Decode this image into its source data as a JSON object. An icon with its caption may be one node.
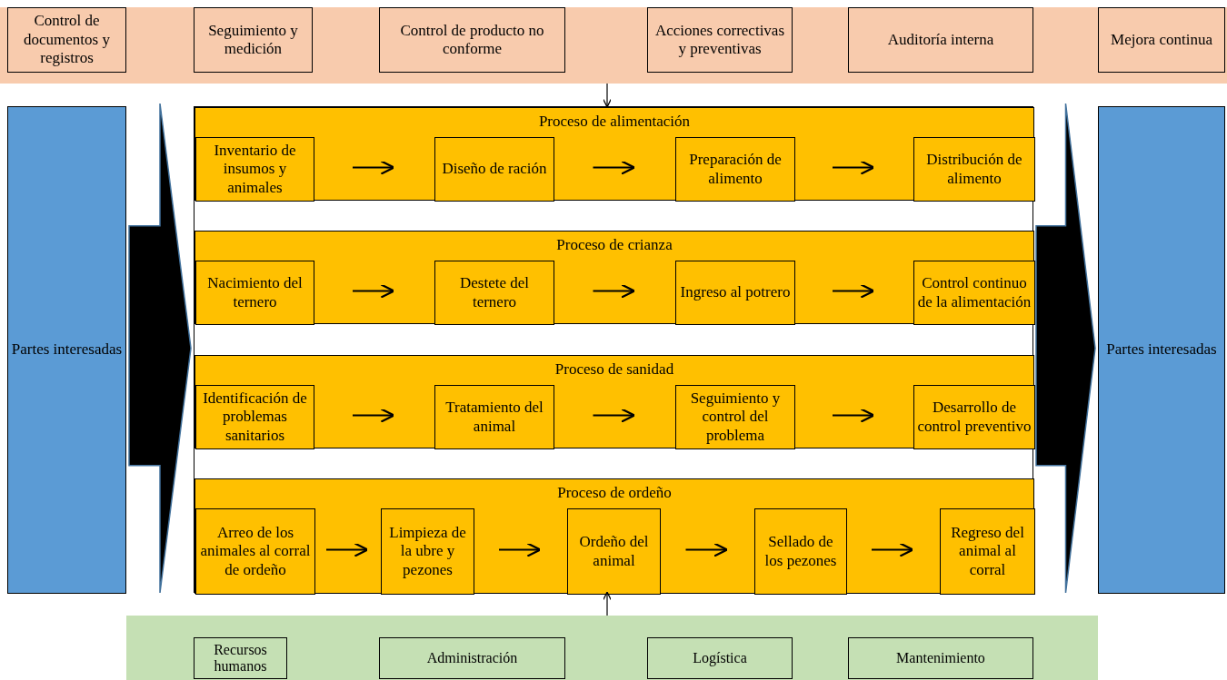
{
  "diagram": {
    "nodes": [
      {
        "text": [],
        "shape": "band"
      },
      {
        "text": [
          "Control de documentos y registros"
        ],
        "in": 0
      },
      {
        "text": [
          "Seguimiento y medición"
        ],
        "in": 0
      },
      {
        "text": [
          "Control de producto no conforme"
        ],
        "in": 0
      },
      {
        "text": [
          "Acciones correctivas y preventivas"
        ],
        "in": 0
      },
      {
        "text": [
          "Auditoría interna"
        ],
        "in": 0
      },
      {
        "text": [
          "Mejora continua"
        ],
        "in": 0
      },
      {
        "text": [
          "Partes interesadas"
        ]
      },
      {
        "text": [],
        "shape": "box"
      },
      {
        "text": [
          "Proceso de alimentación"
        ],
        "in": 8
      },
      {
        "text": [
          "Inventario de insumos y animales"
        ],
        "in": 9
      },
      {
        "text": [
          "Diseño de ración"
        ],
        "in": 9
      },
      {
        "text": [
          "Preparación de alimento"
        ],
        "in": 9
      },
      {
        "text": [
          "Distribución de alimento"
        ],
        "in": 9
      },
      {
        "text": [
          "Proceso de crianza"
        ],
        "in": 8
      },
      {
        "text": [
          "Nacimiento del ternero"
        ],
        "in": 14
      },
      {
        "text": [
          "Destete del ternero"
        ],
        "in": 14
      },
      {
        "text": [
          "Ingreso al potrero"
        ],
        "in": 14
      },
      {
        "text": [
          "Control continuo de la alimentación"
        ],
        "in": 14
      },
      {
        "text": [
          "Proceso de sanidad"
        ],
        "in": 8
      },
      {
        "text": [
          "Identificación de problemas sanitarios"
        ],
        "in": 19
      },
      {
        "text": [
          "Tratamiento del animal"
        ],
        "in": 19
      },
      {
        "text": [
          "Seguimiento y control del problema"
        ],
        "in": 19
      },
      {
        "text": [
          "Desarrollo de control preventivo"
        ],
        "in": 19
      },
      {
        "text": [
          "Proceso de ordeño"
        ],
        "in": 8
      },
      {
        "text": [
          "Arreo de los animales al corral de ordeño"
        ],
        "in": 24
      },
      {
        "text": [
          "Limpieza de la ubre y pezones"
        ],
        "in": 24
      },
      {
        "text": [
          "Ordeño del animal"
        ],
        "in": 24
      },
      {
        "text": [
          "Sellado de los pezones"
        ],
        "in": 24
      },
      {
        "text": [
          "Regreso del animal al corral"
        ],
        "in": 24
      },
      {
        "text": [
          "Partes interesadas"
        ]
      },
      {
        "text": [],
        "shape": "band"
      },
      {
        "text": [
          "Recursos humanos"
        ],
        "in": 31
      },
      {
        "text": [
          "Administración"
        ],
        "in": 31
      },
      {
        "text": [
          "Logística"
        ],
        "in": 31
      },
      {
        "text": [
          "Mantenimiento"
        ],
        "in": 31
      }
    ],
    "edges": [
      {
        "from": 0,
        "to": 8,
        "arrow": "to"
      },
      {
        "from": 7,
        "to": 8,
        "arrow": "to",
        "style": "thick"
      },
      {
        "from": 8,
        "to": 30,
        "arrow": "to",
        "style": "thick"
      },
      {
        "from": 31,
        "to": 8,
        "arrow": "to"
      },
      {
        "from": 10,
        "to": 11,
        "arrow": "to"
      },
      {
        "from": 11,
        "to": 12,
        "arrow": "to"
      },
      {
        "from": 12,
        "to": 13,
        "arrow": "to"
      },
      {
        "from": 15,
        "to": 16,
        "arrow": "to"
      },
      {
        "from": 16,
        "to": 17,
        "arrow": "to"
      },
      {
        "from": 17,
        "to": 18,
        "arrow": "to"
      },
      {
        "from": 20,
        "to": 21,
        "arrow": "to"
      },
      {
        "from": 21,
        "to": 22,
        "arrow": "to"
      },
      {
        "from": 22,
        "to": 23,
        "arrow": "to"
      },
      {
        "from": 25,
        "to": 26,
        "arrow": "to"
      },
      {
        "from": 26,
        "to": 27,
        "arrow": "to"
      },
      {
        "from": 27,
        "to": 28,
        "arrow": "to"
      },
      {
        "from": 28,
        "to": 29,
        "arrow": "to"
      }
    ]
  }
}
